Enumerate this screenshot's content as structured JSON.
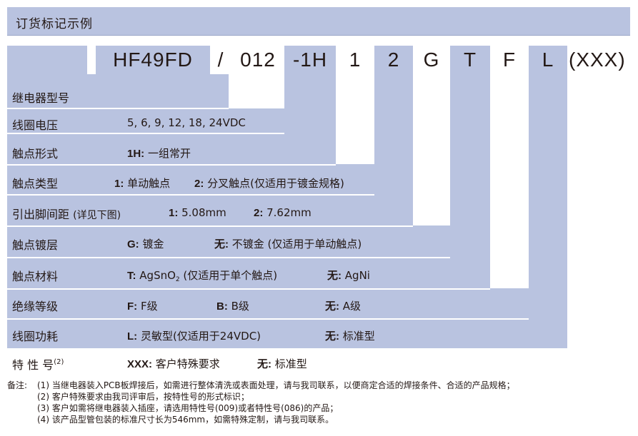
{
  "title": "订货标记示例",
  "code_parts": [
    "HF49FD",
    "/",
    "012",
    "-1H",
    "1",
    "2",
    "G",
    "T",
    "F",
    "L",
    "(XXX)"
  ],
  "rows": [
    {
      "label": "继电器型号",
      "options": []
    },
    {
      "label": "线圈电压",
      "options": [
        {
          "key": "",
          "value": "5, 6, 9, 12, 18, 24VDC"
        }
      ]
    },
    {
      "label": "触点形式",
      "options": [
        {
          "key": "1H:",
          "value": "一组常开"
        }
      ]
    },
    {
      "label": "触点类型",
      "options": [
        {
          "key": "1:",
          "value": "单动触点"
        },
        {
          "key": "2:",
          "value": "分叉触点(仅适用于镀金规格)"
        }
      ]
    },
    {
      "label": "引出脚间距",
      "label_extra": "(详见下图)",
      "options": [
        {
          "key": "1:",
          "value": "5.08mm"
        },
        {
          "key": "2:",
          "value": "7.62mm"
        }
      ]
    },
    {
      "label": "触点镀层",
      "options": [
        {
          "key": "G:",
          "value": "镀金"
        },
        {
          "key": "无:",
          "value": "不镀金 (仅适用于单动触点)"
        }
      ]
    },
    {
      "label": "触点材料",
      "options": [
        {
          "key": "T:",
          "value_pre": "AgSnO",
          "value_sub": "2",
          "value_post": " (仅适用于单个触点)"
        },
        {
          "key": "无:",
          "value": "AgNi"
        }
      ]
    },
    {
      "label": "绝缘等级",
      "options": [
        {
          "key": "F:",
          "value": "F级"
        },
        {
          "key": "B:",
          "value": "B级"
        },
        {
          "key": "无:",
          "value": "A级"
        }
      ]
    },
    {
      "label": "线圈功耗",
      "options": [
        {
          "key": "L:",
          "value": "灵敏型(仅适用于24VDC)"
        },
        {
          "key": "无:",
          "value": "标准型"
        }
      ]
    },
    {
      "label": "特 性 号",
      "label_sup": "(2)",
      "options": [
        {
          "key": "XXX:",
          "value": "客户特殊要求"
        },
        {
          "key": "无:",
          "value": "标准型"
        }
      ]
    }
  ],
  "notes": {
    "prefix": "备注:",
    "lines": [
      "(1) 当继电器装入PCB板焊接后，如需进行整体清洗或表面处理，请与我司联系，以便商定合适的焊接条件、合适的产品规格；",
      "(2) 客户特殊要求由我司评审后，按特性号的形式标识；",
      "(3) 客户如需将继电器装入插座，请选用特性号(009)或者特性号(086)的产品；",
      "(4) 该产品型管包装的标准尺寸长为546mm，如需特殊定制，请与我司联系。"
    ]
  },
  "colors": {
    "fill": "#b9c3e0",
    "text": "#231815"
  }
}
